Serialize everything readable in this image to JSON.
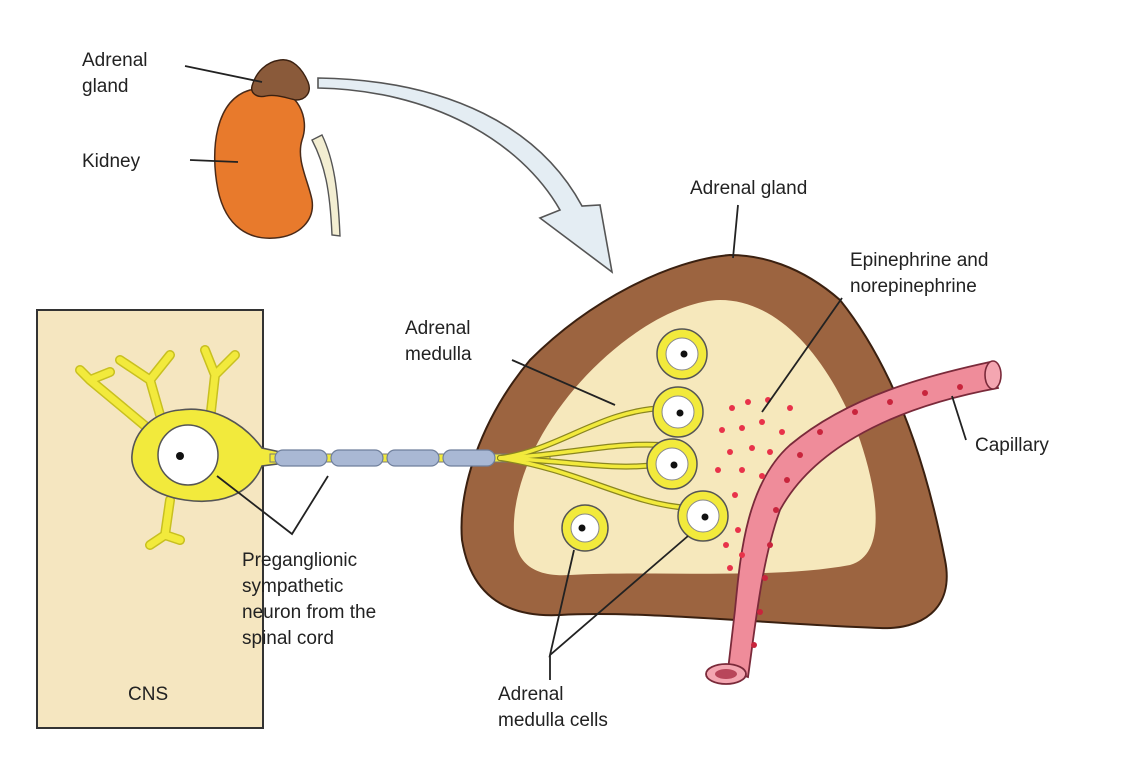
{
  "labels": {
    "adrenal_gland_small": [
      "Adrenal",
      "gland"
    ],
    "kidney": "Kidney",
    "adrenal_gland_big": "Adrenal gland",
    "epinephrine": [
      "Epinephrine and",
      "norepinephrine"
    ],
    "adrenal_medulla": [
      "Adrenal",
      "medulla"
    ],
    "capillary": "Capillary",
    "preganglionic": [
      "Preganglionic",
      "sympathetic",
      "neuron from the",
      "spinal cord"
    ],
    "cns": "CNS",
    "medulla_cells": [
      "Adrenal",
      "medulla cells"
    ]
  },
  "colors": {
    "kidney": "#e87a2c",
    "adrenal_small": "#8a5a3a",
    "cortex": "#9c6440",
    "medulla": "#f6e8bc",
    "neuron": "#f2ea3c",
    "myelin": "#a9b8d4",
    "capillary": "#ef8c9a",
    "hormone_dots": "#e8324a",
    "cns_box": "#f5e6c0",
    "arrow": "#e4edf3"
  }
}
